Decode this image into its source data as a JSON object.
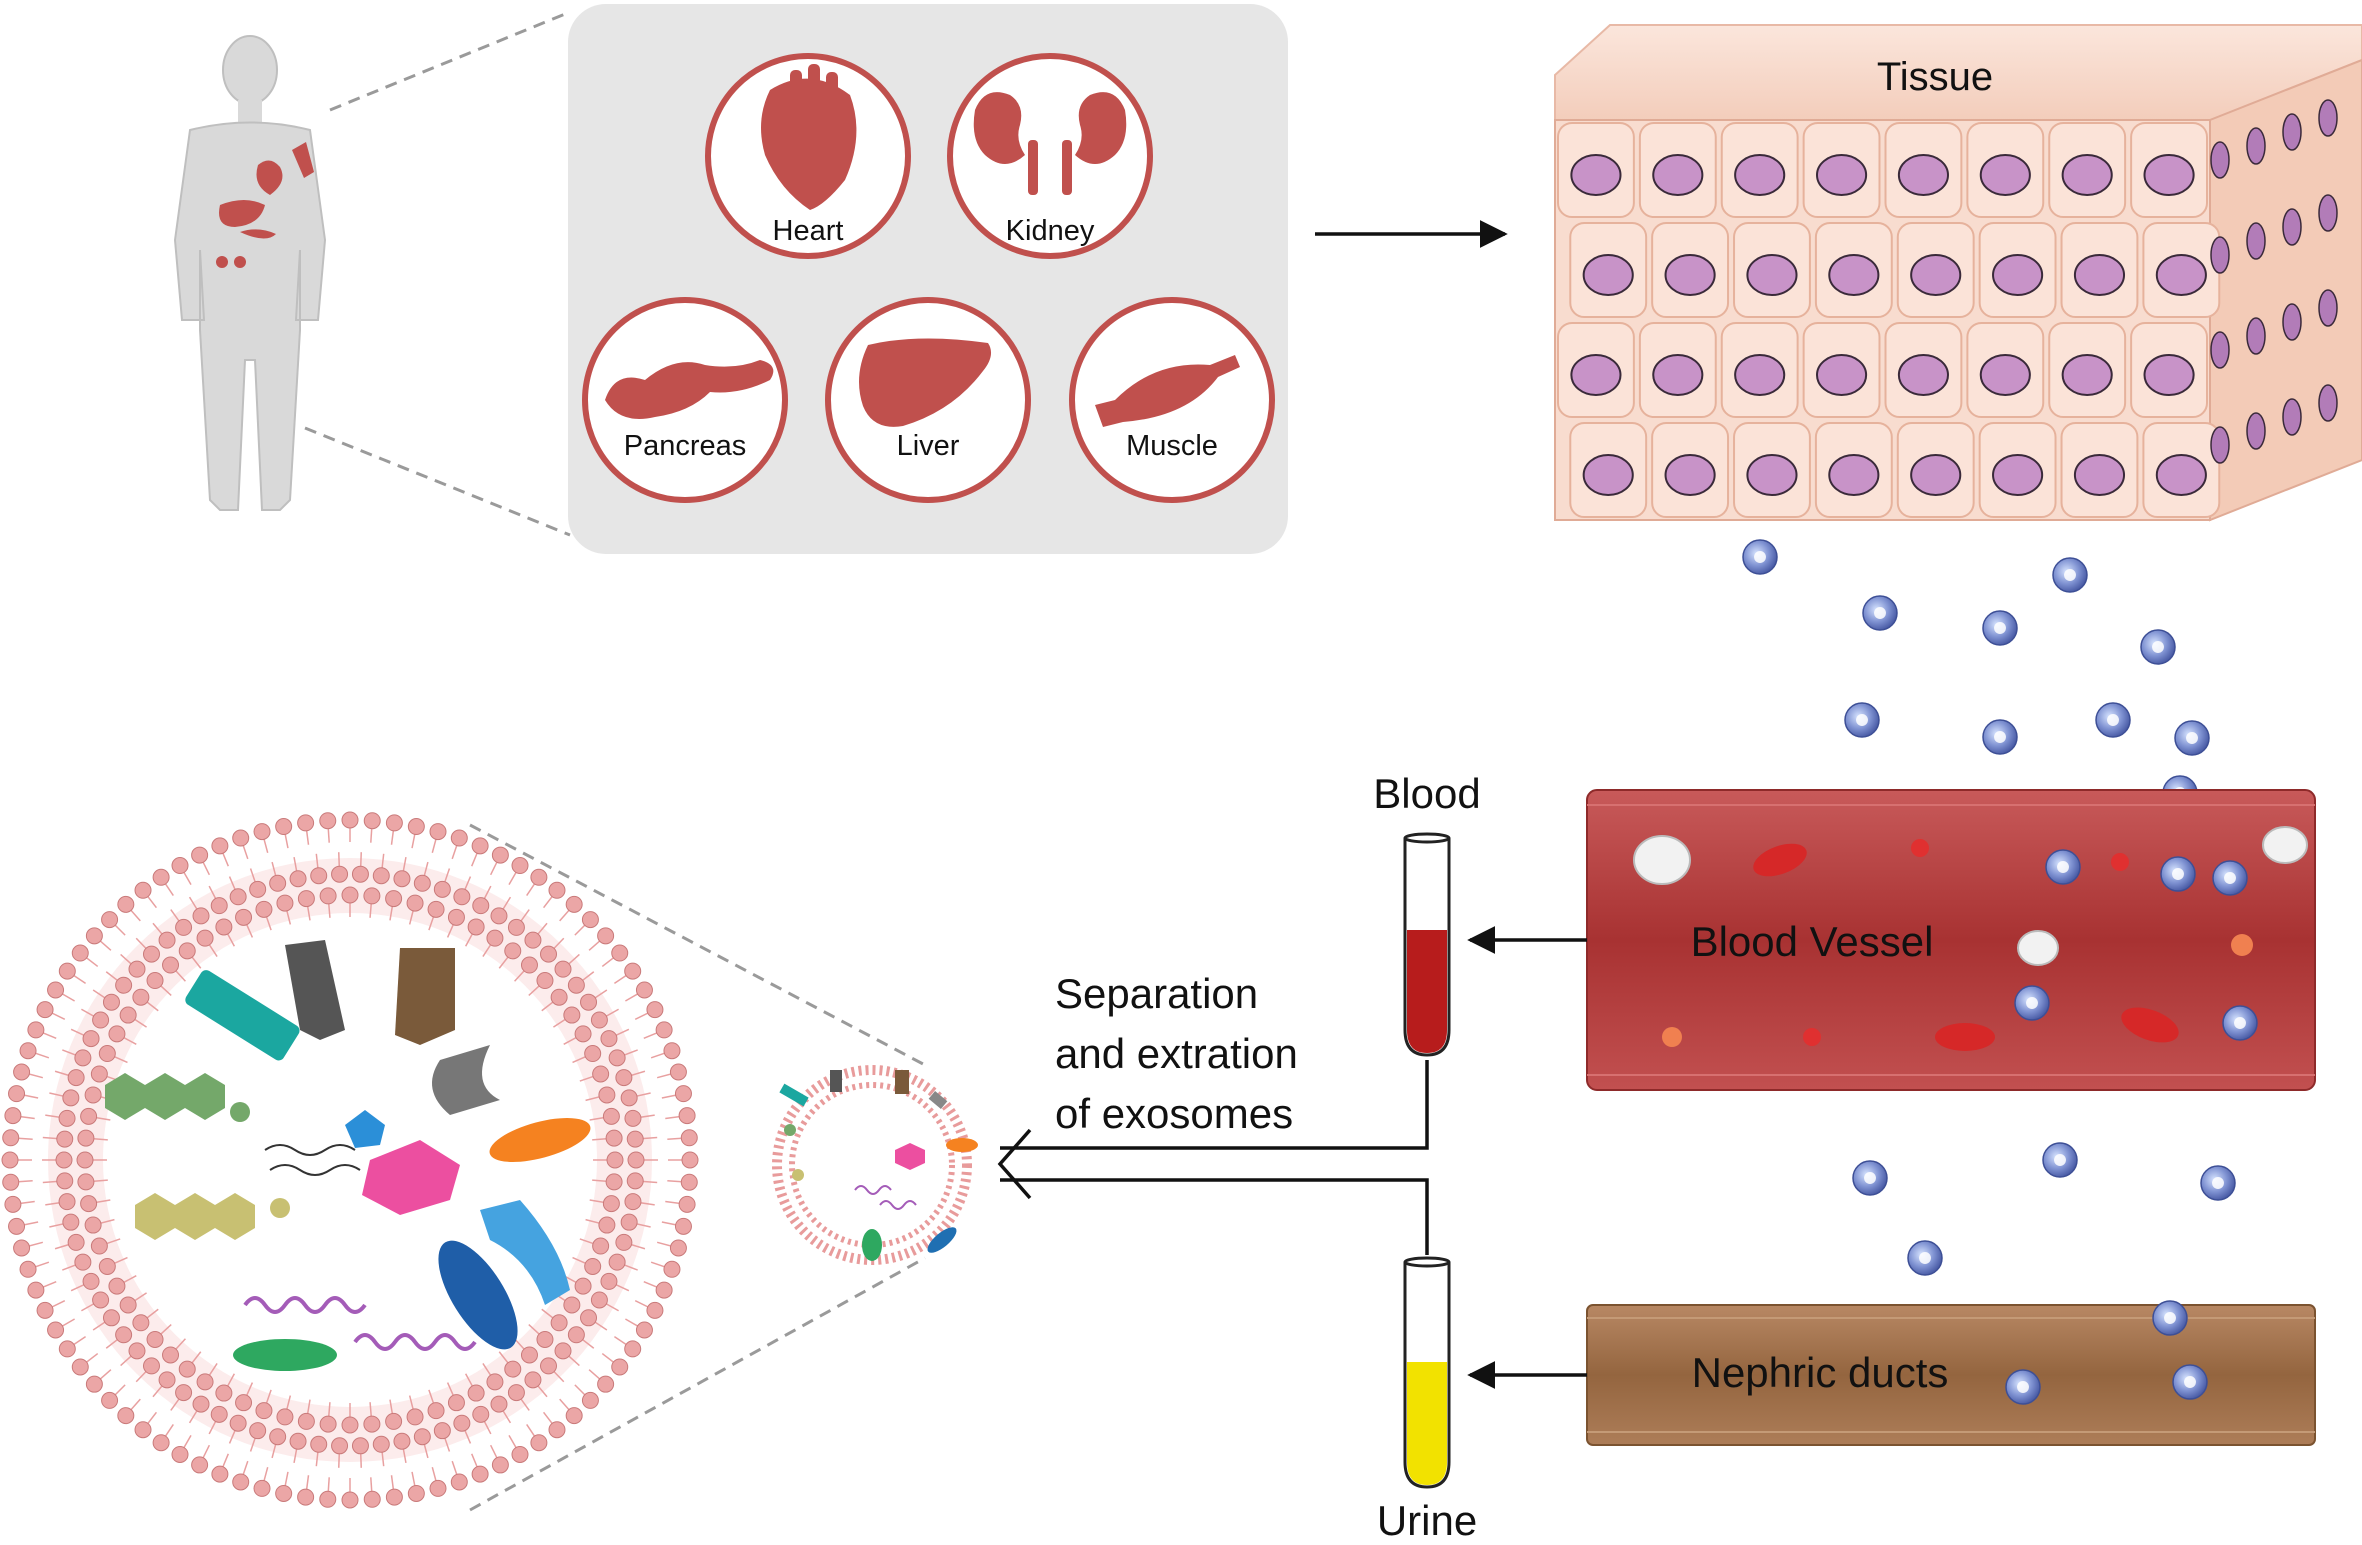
{
  "organs": [
    {
      "id": "heart",
      "label": "Heart"
    },
    {
      "id": "kidney",
      "label": "Kidney"
    },
    {
      "id": "pancreas",
      "label": "Pancreas"
    },
    {
      "id": "liver",
      "label": "Liver"
    },
    {
      "id": "muscle",
      "label": "Muscle"
    }
  ],
  "tissue": {
    "label": "Tissue"
  },
  "blood_vessel": {
    "label": "Blood Vessel"
  },
  "nephric_ducts": {
    "label": "Nephric ducts"
  },
  "tubes": {
    "blood_label": "Blood",
    "urine_label": "Urine"
  },
  "process": {
    "lines": [
      "Separation",
      "and extration",
      "of exosomes"
    ]
  },
  "colors": {
    "organ": "#c0504d",
    "organ_panel": "#e6e6e6",
    "tissue_cell": "#f6d8ca",
    "nucleus": "#c893c8",
    "vessel": "#b43c3c",
    "duct": "#a0714a",
    "exosome": "#6f83c8",
    "blood_fill": "#b71c1c",
    "urine_fill": "#f2e200",
    "membrane": "#e89b9b"
  }
}
